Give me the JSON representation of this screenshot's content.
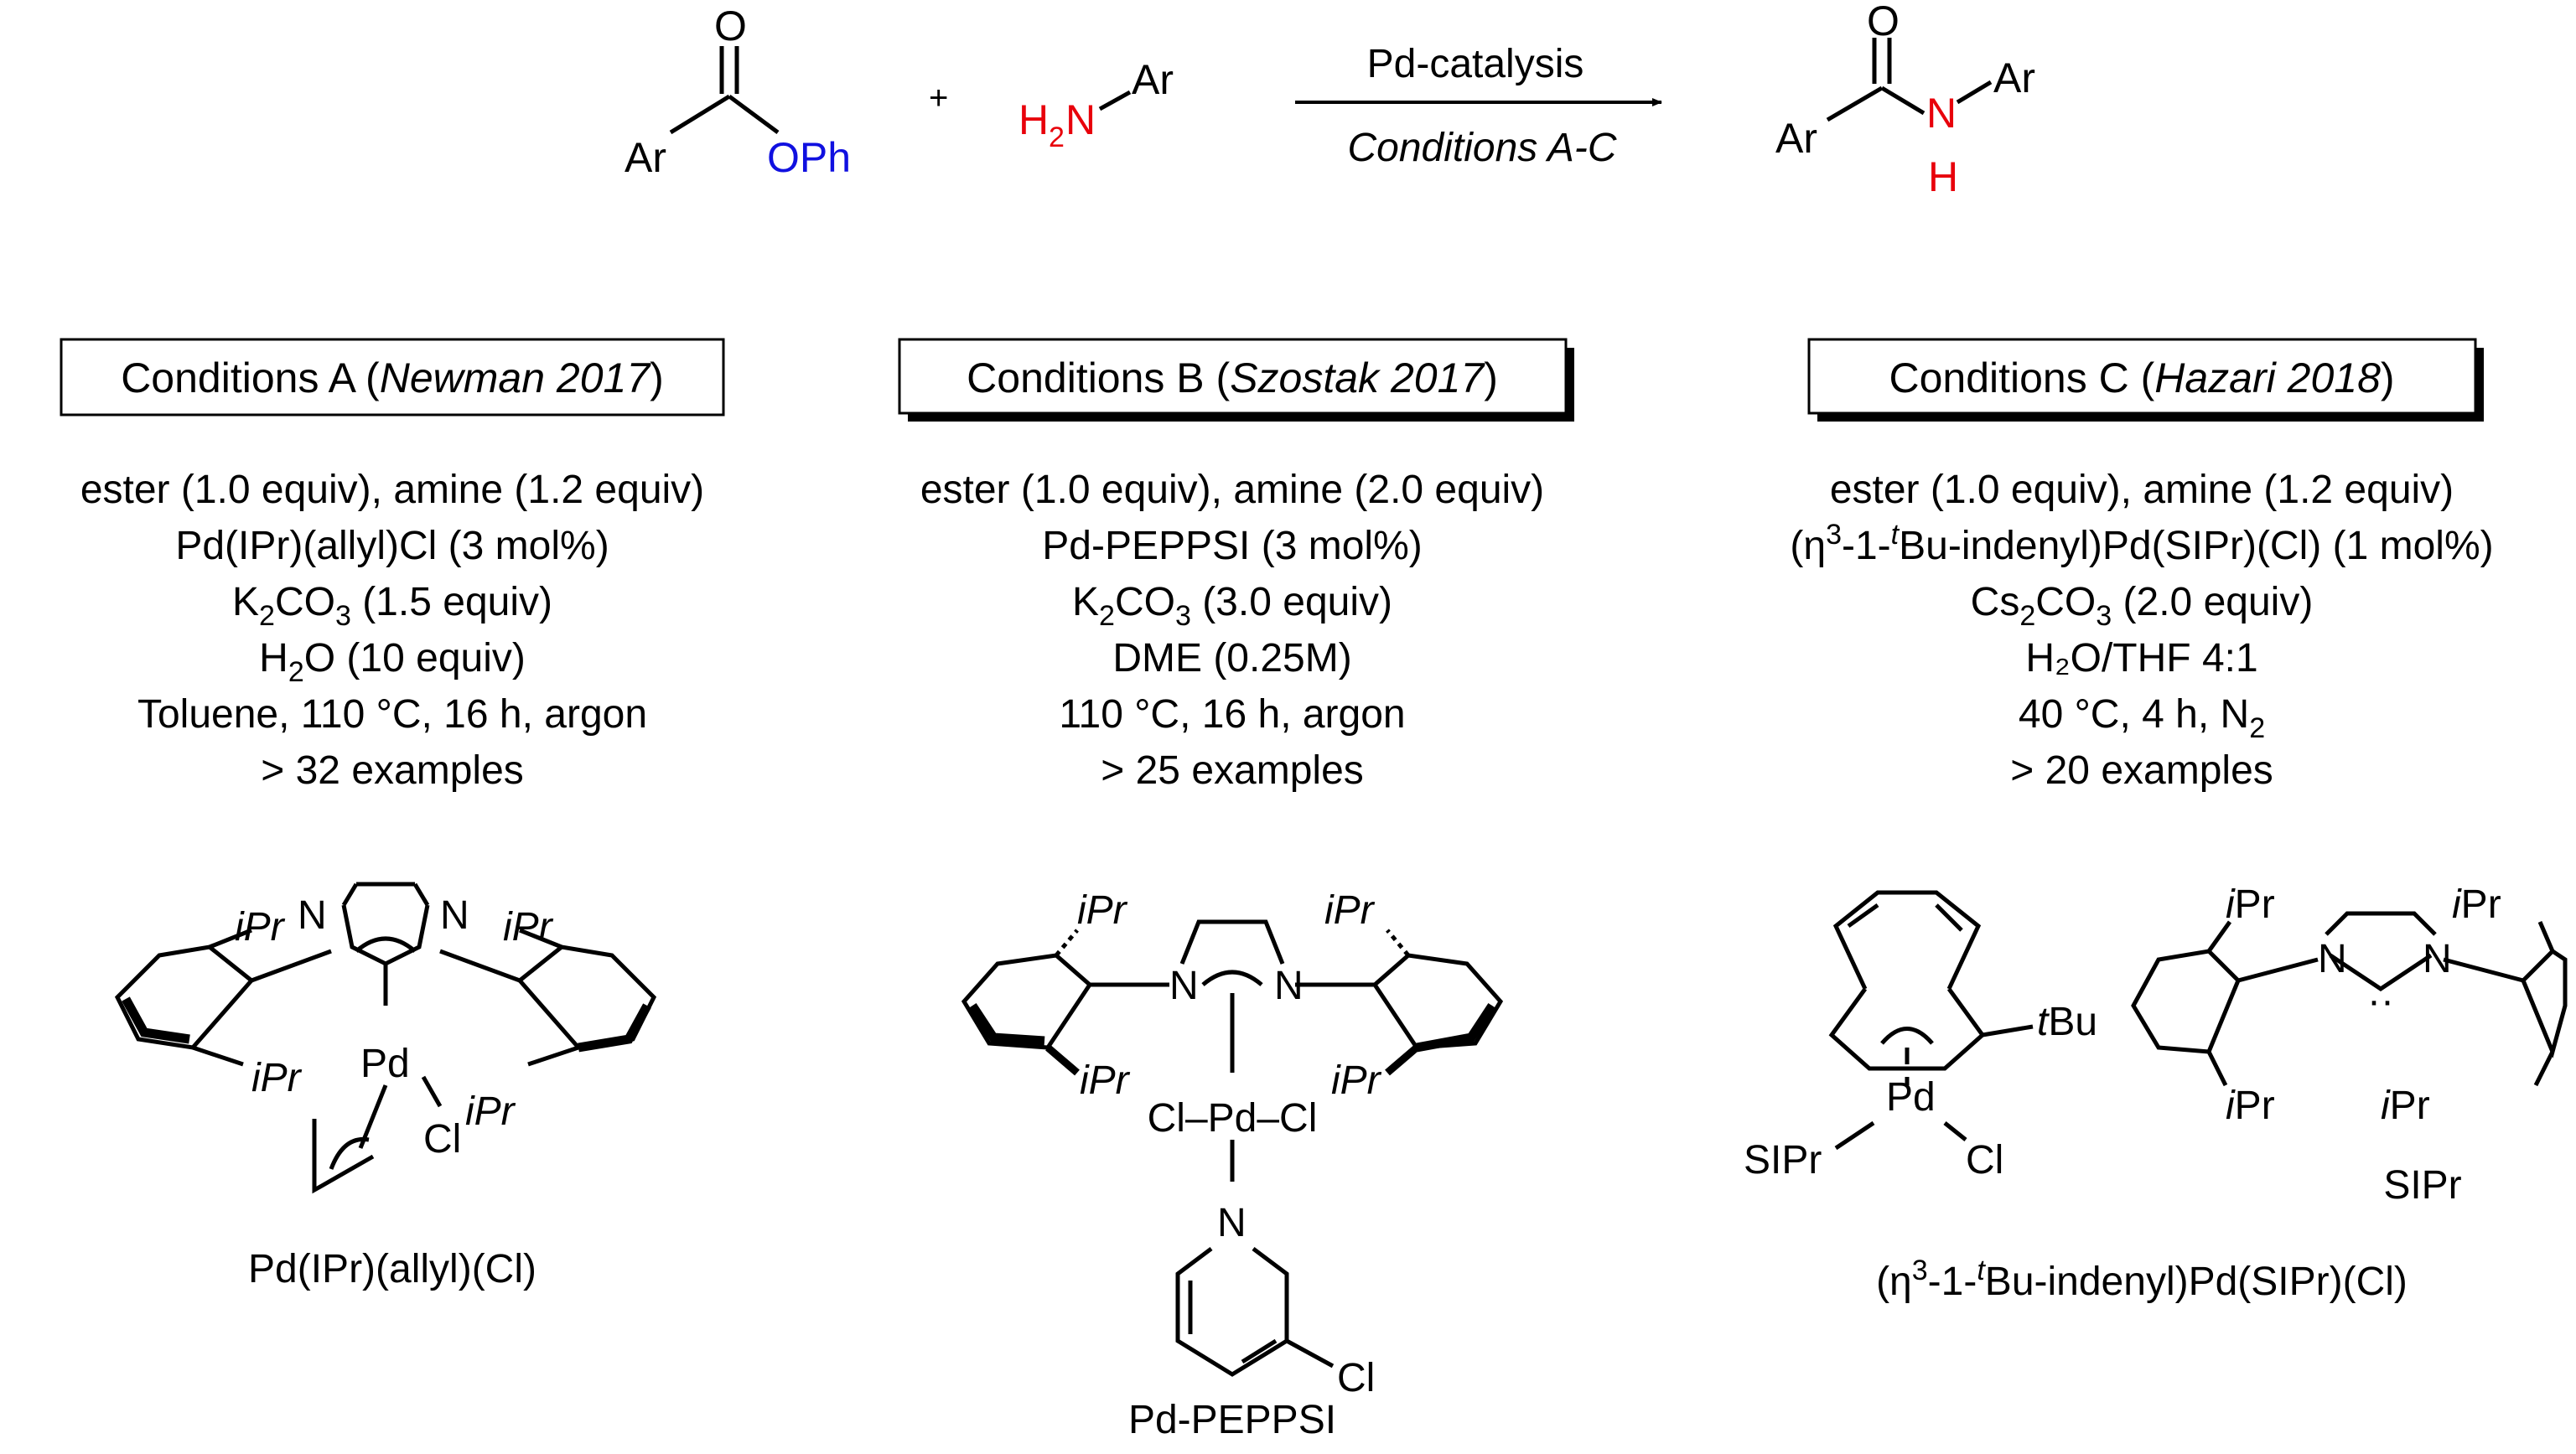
{
  "colors": {
    "black": "#000000",
    "red": "#e8000b",
    "blue": "#1010e0"
  },
  "reaction": {
    "reactant_ester": {
      "ar": "Ar",
      "o": "O",
      "leaving_group": "OPh"
    },
    "plus": "+",
    "reactant_amine": {
      "h": "H",
      "h_sub": "2",
      "n": "N",
      "ar": "Ar"
    },
    "arrow_top": "Pd-catalysis",
    "arrow_bottom": "Conditions A-C",
    "product": {
      "ar": "Ar",
      "o": "O",
      "n": "N",
      "h": "H",
      "ar2": "Ar"
    }
  },
  "conditions": [
    {
      "box_prefix": "Conditions A (",
      "box_ref": "Newman 2017",
      "box_suffix": ")",
      "line1": "ester (1.0 equiv), amine (1.2 equiv)",
      "line2": "Pd(IPr)(allyl)Cl (3 mol%)",
      "line3_a": "K",
      "line3_b": "2",
      "line3_c": "CO",
      "line3_d": "3",
      "line3_e": " (1.5 equiv)",
      "line4_a": "H",
      "line4_b": "2",
      "line4_c": "O (10 equiv)",
      "line5": "Toluene, 110 °C, 16 h, argon",
      "line6": "> 32 examples"
    },
    {
      "box_prefix": "Conditions B (",
      "box_ref": "Szostak 2017",
      "box_suffix": ")",
      "line1": "ester (1.0 equiv), amine (2.0 equiv)",
      "line2": "Pd-PEPPSI (3 mol%)",
      "line3_a": "K",
      "line3_b": "2",
      "line3_c": "CO",
      "line3_d": "3",
      "line3_e": " (3.0 equiv)",
      "line4": "DME (0.25M)",
      "line5": "110 °C, 16 h, argon",
      "line6": "> 25 examples"
    },
    {
      "box_prefix": "Conditions C (",
      "box_ref": "Hazari 2018",
      "box_suffix": ")",
      "line1": "ester (1.0 equiv), amine (1.2 equiv)",
      "line2_a": "(η",
      "line2_b": "3",
      "line2_c": "-1-",
      "line2_d": "t",
      "line2_e": "Bu-indenyl)Pd(SIPr)(Cl) (1 mol%)",
      "line3_a": "Cs",
      "line3_b": "2",
      "line3_c": "CO",
      "line3_d": "3",
      "line3_e": " (2.0 equiv)",
      "line4": "H₂O/THF 4:1",
      "line5_a": "40 °C, 4 h, N",
      "line5_b": "2",
      "line6": "> 20 examples"
    }
  ],
  "structures": {
    "A": {
      "ipr": "iPr",
      "n": "N",
      "pd": "Pd",
      "cl": "Cl",
      "name": "Pd(IPr)(allyl)(Cl)"
    },
    "B": {
      "ipr": "iPr",
      "n": "N",
      "pd_line": "Cl–Pd–Cl",
      "n_pyr": "N",
      "cl": "Cl",
      "name": "Pd-PEPPSI"
    },
    "C": {
      "tbu_t": "t",
      "tbu_bu": "Bu",
      "pd": "Pd",
      "sipr": "SIPr",
      "cl": "Cl",
      "ipr_i": "i",
      "ipr_pr": "Pr",
      "n": "N",
      "carbene_dots": "··",
      "ligand_name": "SIPr",
      "name_a": "(η",
      "name_b": "3",
      "name_c": "-1-",
      "name_d": "t",
      "name_e": "Bu-indenyl)Pd(SIPr)(Cl)"
    }
  }
}
